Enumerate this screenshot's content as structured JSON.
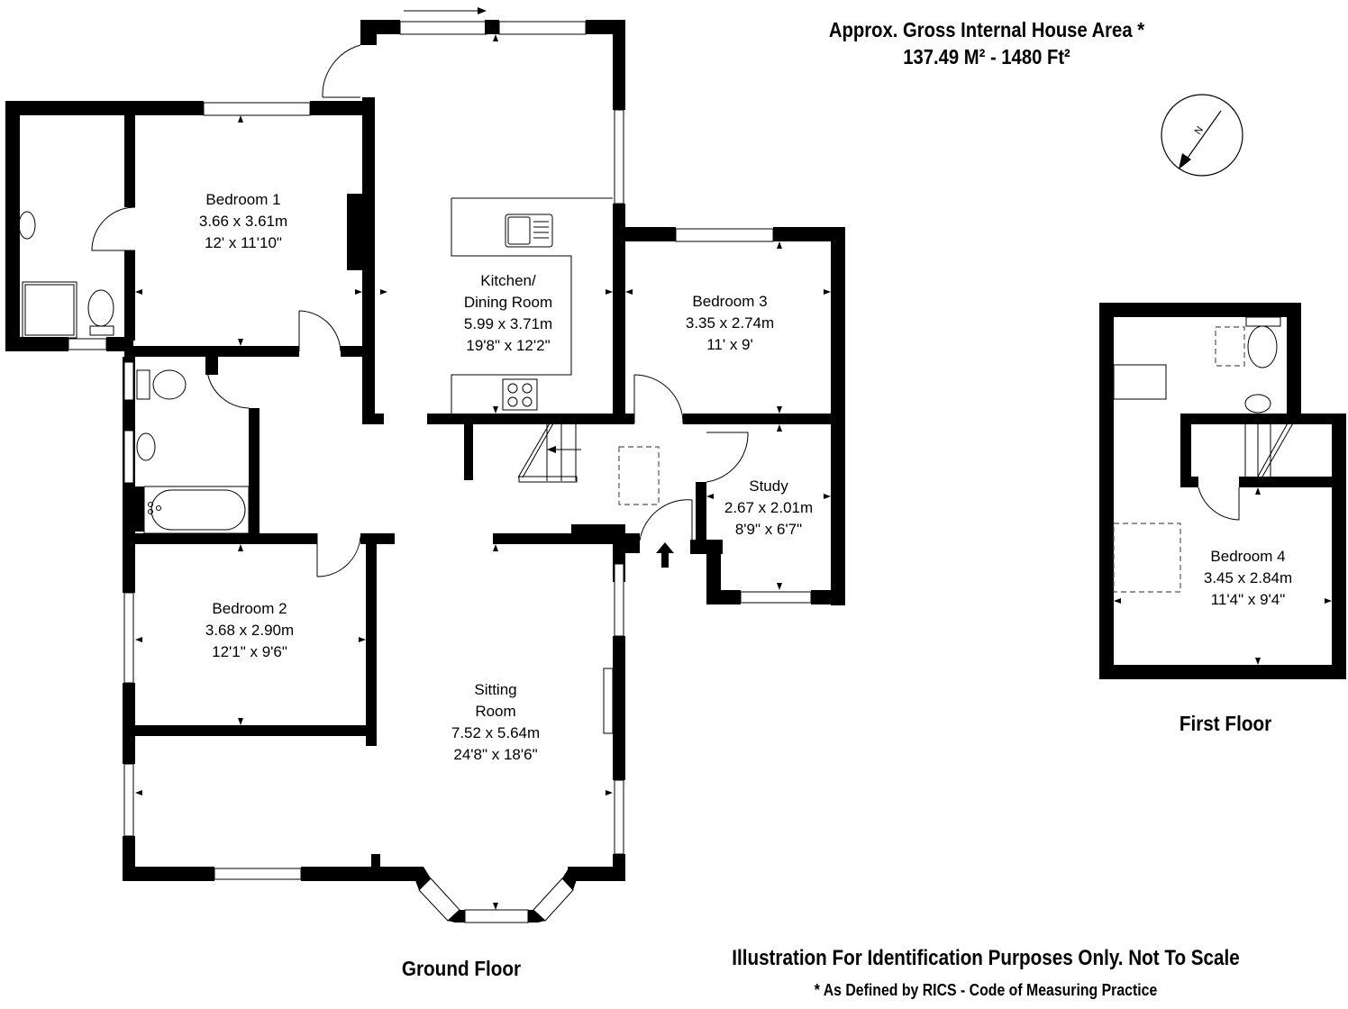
{
  "header": {
    "title": "Approx. Gross Internal House Area *",
    "area": "137.49 M²  -  1480 Ft²"
  },
  "compass": {
    "icon": "north-arrow-icon",
    "label": "N"
  },
  "ground_floor": {
    "label": "Ground Floor",
    "rooms": [
      {
        "name": "Bedroom 1",
        "metric": "3.66 x 3.61m",
        "imperial": "12' x 11'10\""
      },
      {
        "name": "Kitchen/",
        "name2": "Dining Room",
        "metric": "5.99 x 3.71m",
        "imperial": "19'8\" x 12'2\""
      },
      {
        "name": "Bedroom 3",
        "metric": "3.35 x 2.74m",
        "imperial": "11' x 9'"
      },
      {
        "name": "Study",
        "metric": "2.67 x 2.01m",
        "imperial": "8'9\" x 6'7\""
      },
      {
        "name": "Bedroom 2",
        "metric": "3.68 x 2.90m",
        "imperial": "12'1\" x 9'6\""
      },
      {
        "name": "Sitting",
        "name2": "Room",
        "metric": "7.52 x 5.64m",
        "imperial": "24'8\" x 18'6\""
      }
    ],
    "entrance_icon": "entrance-arrow-icon"
  },
  "first_floor": {
    "label": "First Floor",
    "rooms": [
      {
        "name": "Bedroom 4",
        "metric": "3.45 x 2.84m",
        "imperial": "11'4\" x 9'4\""
      }
    ]
  },
  "footer": {
    "disclaimer": "Illustration For Identification Purposes Only. Not To Scale",
    "footnote": "* As Defined by RICS - Code of Measuring Practice"
  }
}
